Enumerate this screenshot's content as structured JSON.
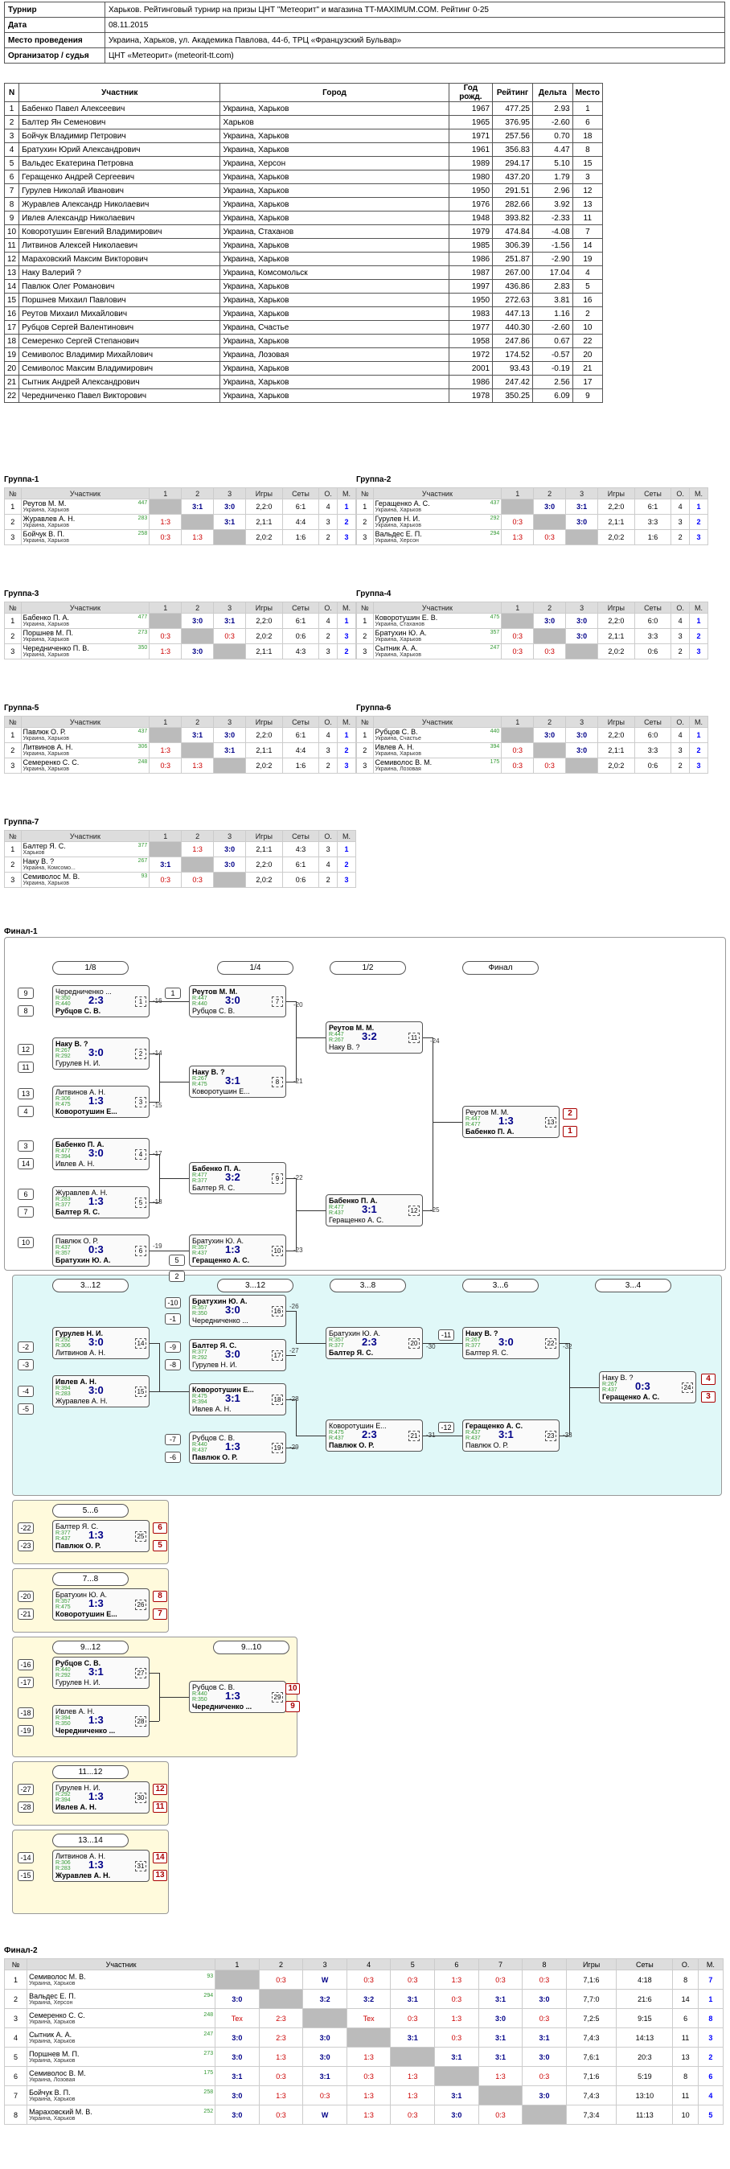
{
  "info": [
    [
      "Турнир",
      "Харьков. Рейтинговый турнир на призы ЦНТ \"Метеорит\" и магазина TT-MAXIMUM.COM. Рейтинг 0-25"
    ],
    [
      "Дата",
      "08.11.2015"
    ],
    [
      "Место проведения",
      "Украина, Харьков, ул. Академика Павлова, 44-б, ТРЦ «Французский Бульвар»"
    ],
    [
      "Организатор / судья",
      "ЦНТ «Метеорит» (meteorit-tt.com)"
    ]
  ],
  "plist_head": [
    "N",
    "Участник",
    "Город",
    "Год рожд.",
    "Рейтинг",
    "Дельта",
    "Место"
  ],
  "players": [
    [
      "1",
      "Бабенко Павел Алексеевич",
      "Украина, Харьков",
      "1967",
      "477.25",
      "2.93",
      "1"
    ],
    [
      "2",
      "Балтер Ян Семенович",
      "Харьков",
      "1965",
      "376.95",
      "-2.60",
      "6"
    ],
    [
      "3",
      "Бойчук Владимир Петрович",
      "Украина, Харьков",
      "1971",
      "257.56",
      "0.70",
      "18"
    ],
    [
      "4",
      "Братухин Юрий Александрович",
      "Украина, Харьков",
      "1961",
      "356.83",
      "4.47",
      "8"
    ],
    [
      "5",
      "Вальдес Екатерина Петровна",
      "Украина, Херсон",
      "1989",
      "294.17",
      "5.10",
      "15"
    ],
    [
      "6",
      "Геращенко Андрей Сергеевич",
      "Украина, Харьков",
      "1980",
      "437.20",
      "1.79",
      "3"
    ],
    [
      "7",
      "Гурулев Николай Иванович",
      "Украина, Харьков",
      "1950",
      "291.51",
      "2.96",
      "12"
    ],
    [
      "8",
      "Журавлев Александр Николаевич",
      "Украина, Харьков",
      "1976",
      "282.66",
      "3.92",
      "13"
    ],
    [
      "9",
      "Ивлев Александр Николаевич",
      "Украина, Харьков",
      "1948",
      "393.82",
      "-2.33",
      "11"
    ],
    [
      "10",
      "Коворотушин Евгений Владимирович",
      "Украина, Стаханов",
      "1979",
      "474.84",
      "-4.08",
      "7"
    ],
    [
      "11",
      "Литвинов Алексей Николаевич",
      "Украина, Харьков",
      "1985",
      "306.39",
      "-1.56",
      "14"
    ],
    [
      "12",
      "Мараховский Максим Викторович",
      "Украина, Харьков",
      "1986",
      "251.87",
      "-2.90",
      "19"
    ],
    [
      "13",
      "Наку Валерий ?",
      "Украина, Комсомольск",
      "1987",
      "267.00",
      "17.04",
      "4"
    ],
    [
      "14",
      "Павлюк Олег Романович",
      "Украина, Харьков",
      "1997",
      "436.86",
      "2.83",
      "5"
    ],
    [
      "15",
      "Поршнев Михаил Павлович",
      "Украина, Харьков",
      "1950",
      "272.63",
      "3.81",
      "16"
    ],
    [
      "16",
      "Реутов Михаил Михайлович",
      "Украина, Харьков",
      "1983",
      "447.13",
      "1.16",
      "2"
    ],
    [
      "17",
      "Рубцов Сергей Валентинович",
      "Украина, Счастье",
      "1977",
      "440.30",
      "-2.60",
      "10"
    ],
    [
      "18",
      "Семеренко Сергей Степанович",
      "Украина, Харьков",
      "1958",
      "247.86",
      "0.67",
      "22"
    ],
    [
      "19",
      "Семиволос Владимир Михайлович",
      "Украина, Лозовая",
      "1972",
      "174.52",
      "-0.57",
      "20"
    ],
    [
      "20",
      "Семиволос Максим Владимирович",
      "Украина, Харьков",
      "2001",
      "93.43",
      "-0.19",
      "21"
    ],
    [
      "21",
      "Сытник Андрей Александрович",
      "Украина, Харьков",
      "1986",
      "247.42",
      "2.56",
      "17"
    ],
    [
      "22",
      "Чередниченко Павел Викторович",
      "Украина, Харьков",
      "1978",
      "350.25",
      "6.09",
      "9"
    ]
  ],
  "ghead": [
    "№",
    "Участник",
    "1",
    "2",
    "3",
    "Игры",
    "Сеты",
    "О.",
    "М."
  ],
  "groups": [
    {
      "title": "Группа-1",
      "rows": [
        [
          "1",
          "Реутов М. М.",
          "Украина, Харьков",
          "447",
          "",
          "3:1",
          "3:0",
          "2,2:0",
          "6:1",
          "4",
          "1"
        ],
        [
          "2",
          "Журавлев А. Н.",
          "Украина, Харьков",
          "283",
          "1:3",
          "",
          "3:1",
          "2,1:1",
          "4:4",
          "3",
          "2"
        ],
        [
          "3",
          "Бойчук В. П.",
          "Украина, Харьков",
          "258",
          "0:3",
          "1:3",
          "",
          "2,0:2",
          "1:6",
          "2",
          "3"
        ]
      ]
    },
    {
      "title": "Группа-2",
      "rows": [
        [
          "1",
          "Геращенко А. С.",
          "Украина, Харьков",
          "437",
          "",
          "3:0",
          "3:1",
          "2,2:0",
          "6:1",
          "4",
          "1"
        ],
        [
          "2",
          "Гурулев Н. И.",
          "Украина, Харьков",
          "292",
          "0:3",
          "",
          "3:0",
          "2,1:1",
          "3:3",
          "3",
          "2"
        ],
        [
          "3",
          "Вальдес Е. П.",
          "Украина, Херсон",
          "294",
          "1:3",
          "0:3",
          "",
          "2,0:2",
          "1:6",
          "2",
          "3"
        ]
      ]
    },
    {
      "title": "Группа-3",
      "rows": [
        [
          "1",
          "Бабенко П. А.",
          "Украина, Харьков",
          "477",
          "",
          "3:0",
          "3:1",
          "2,2:0",
          "6:1",
          "4",
          "1"
        ],
        [
          "2",
          "Поршнев М. П.",
          "Украина, Харьков",
          "273",
          "0:3",
          "",
          "0:3",
          "2,0:2",
          "0:6",
          "2",
          "3"
        ],
        [
          "3",
          "Чередниченко П. В.",
          "Украина, Харьков",
          "350",
          "1:3",
          "3:0",
          "",
          "2,1:1",
          "4:3",
          "3",
          "2"
        ]
      ]
    },
    {
      "title": "Группа-4",
      "rows": [
        [
          "1",
          "Коворотушин Е. В.",
          "Украина, Стаханов",
          "475",
          "",
          "3:0",
          "3:0",
          "2,2:0",
          "6:0",
          "4",
          "1"
        ],
        [
          "2",
          "Братухин Ю. А.",
          "Украина, Харьков",
          "357",
          "0:3",
          "",
          "3:0",
          "2,1:1",
          "3:3",
          "3",
          "2"
        ],
        [
          "3",
          "Сытник А. А.",
          "Украина, Харьков",
          "247",
          "0:3",
          "0:3",
          "",
          "2,0:2",
          "0:6",
          "2",
          "3"
        ]
      ]
    },
    {
      "title": "Группа-5",
      "rows": [
        [
          "1",
          "Павлюк О. Р.",
          "Украина, Харьков",
          "437",
          "",
          "3:1",
          "3:0",
          "2,2:0",
          "6:1",
          "4",
          "1"
        ],
        [
          "2",
          "Литвинов А. Н.",
          "Украина, Харьков",
          "306",
          "1:3",
          "",
          "3:1",
          "2,1:1",
          "4:4",
          "3",
          "2"
        ],
        [
          "3",
          "Семеренко С. С.",
          "Украина, Харьков",
          "248",
          "0:3",
          "1:3",
          "",
          "2,0:2",
          "1:6",
          "2",
          "3"
        ]
      ]
    },
    {
      "title": "Группа-6",
      "rows": [
        [
          "1",
          "Рубцов С. В.",
          "Украина, Счастье",
          "440",
          "",
          "3:0",
          "3:0",
          "2,2:0",
          "6:0",
          "4",
          "1"
        ],
        [
          "2",
          "Ивлев А. Н.",
          "Украина, Харьков",
          "394",
          "0:3",
          "",
          "3:0",
          "2,1:1",
          "3:3",
          "3",
          "2"
        ],
        [
          "3",
          "Семиволос В. М.",
          "Украина, Лозовая",
          "175",
          "0:3",
          "0:3",
          "",
          "2,0:2",
          "0:6",
          "2",
          "3"
        ]
      ]
    },
    {
      "title": "Группа-7",
      "rows": [
        [
          "1",
          "Балтер Я. С.",
          "Харьков",
          "377",
          "",
          "1:3",
          "3:0",
          "2,1:1",
          "4:3",
          "3",
          "1"
        ],
        [
          "2",
          "Наку В. ?",
          "Украина, Комсомо...",
          "267",
          "3:1",
          "",
          "3:0",
          "2,2:0",
          "6:1",
          "4",
          "2"
        ],
        [
          "3",
          "Семиволос М. В.",
          "Украина, Харьков",
          "93",
          "0:3",
          "0:3",
          "",
          "2,0:2",
          "0:6",
          "2",
          "3"
        ]
      ]
    }
  ],
  "final1": {
    "title": "Финал-1",
    "heads": [
      "1/8",
      "1/4",
      "1/2",
      "Финал",
      "3...12",
      "3...12",
      "3...8",
      "3...6",
      "3...4",
      "5...6",
      "7...8",
      "9...12",
      "9...10",
      "11...12",
      "13...14"
    ]
  },
  "matches": [
    {
      "a": "Чередниченко ...",
      "ra": "R:350",
      "b": "Рубцов С. В.",
      "rb": "R:440",
      "s": "2:3",
      "n": "1",
      "w": "b"
    },
    {
      "a": "Наку В. ?",
      "ra": "R:267",
      "b": "Гурулев Н. И.",
      "rb": "R:292",
      "s": "3:0",
      "n": "2",
      "w": "a"
    },
    {
      "a": "Литвинов А. Н.",
      "ra": "R:306",
      "b": "Коворотушин Е...",
      "rb": "R:475",
      "s": "1:3",
      "n": "3",
      "w": "b"
    },
    {
      "a": "Бабенко П. А.",
      "ra": "R:477",
      "b": "Ивлев А. Н.",
      "rb": "R:394",
      "s": "3:0",
      "n": "4",
      "w": "a"
    },
    {
      "a": "Журавлев А. Н.",
      "ra": "R:283",
      "b": "Балтер Я. С.",
      "rb": "R:377",
      "s": "1:3",
      "n": "5",
      "w": "b"
    },
    {
      "a": "Павлюк О. Р.",
      "ra": "R:437",
      "b": "Братухин Ю. А.",
      "rb": "R:357",
      "s": "0:3",
      "n": "6",
      "w": "b"
    },
    {
      "a": "Реутов М. М.",
      "ra": "R:447",
      "b": "Рубцов С. В.",
      "rb": "R:440",
      "s": "3:0",
      "n": "7",
      "w": "a"
    },
    {
      "a": "Наку В. ?",
      "ra": "R:267",
      "b": "Коворотушин Е...",
      "rb": "R:475",
      "s": "3:1",
      "n": "8",
      "w": "a"
    },
    {
      "a": "Бабенко П. А.",
      "ra": "R:477",
      "b": "Балтер Я. С.",
      "rb": "R:377",
      "s": "3:2",
      "n": "9",
      "w": "a"
    },
    {
      "a": "Братухин Ю. А.",
      "ra": "R:357",
      "b": "Геращенко А. С.",
      "rb": "R:437",
      "s": "1:3",
      "n": "10",
      "w": "b"
    },
    {
      "a": "Реутов М. М.",
      "ra": "R:447",
      "b": "Наку В. ?",
      "rb": "R:267",
      "s": "3:2",
      "n": "11",
      "w": "a"
    },
    {
      "a": "Бабенко П. А.",
      "ra": "R:477",
      "b": "Геращенко А. С.",
      "rb": "R:437",
      "s": "3:1",
      "n": "12",
      "w": "a"
    },
    {
      "a": "Реутов М. М.",
      "ra": "R:447",
      "b": "Бабенко П. А.",
      "rb": "R:477",
      "s": "1:3",
      "n": "13",
      "w": "b"
    },
    {
      "a": "Гурулев Н. И.",
      "ra": "R:292",
      "b": "Литвинов А. Н.",
      "rb": "R:306",
      "s": "3:0",
      "n": "14",
      "w": "a"
    },
    {
      "a": "Ивлев А. Н.",
      "ra": "R:394",
      "b": "Журавлев А. Н.",
      "rb": "R:283",
      "s": "3:0",
      "n": "15",
      "w": "a"
    },
    {
      "a": "Братухин Ю. А.",
      "ra": "R:357",
      "b": "Чередниченко ...",
      "rb": "R:350",
      "s": "3:0",
      "n": "16",
      "w": "a"
    },
    {
      "a": "Балтер Я. С.",
      "ra": "R:377",
      "b": "Гурулев Н. И.",
      "rb": "R:292",
      "s": "3:0",
      "n": "17",
      "w": "a"
    },
    {
      "a": "Коворотушин Е...",
      "ra": "R:475",
      "b": "Ивлев А. Н.",
      "rb": "R:394",
      "s": "3:1",
      "n": "18",
      "w": "a"
    },
    {
      "a": "Рубцов С. В.",
      "ra": "R:440",
      "b": "Павлюк О. Р.",
      "rb": "R:437",
      "s": "1:3",
      "n": "19",
      "w": "b"
    },
    {
      "a": "Братухин Ю. А.",
      "ra": "R:357",
      "b": "Балтер Я. С.",
      "rb": "R:377",
      "s": "2:3",
      "n": "20",
      "w": "b"
    },
    {
      "a": "Коворотушин Е...",
      "ra": "R:475",
      "b": "Павлюк О. Р.",
      "rb": "R:437",
      "s": "2:3",
      "n": "21",
      "w": "b"
    },
    {
      "a": "Наку В. ?",
      "ra": "R:267",
      "b": "Балтер Я. С.",
      "rb": "R:377",
      "s": "3:0",
      "n": "22",
      "w": "a"
    },
    {
      "a": "Геращенко А. С.",
      "ra": "R:437",
      "b": "Павлюк О. Р.",
      "rb": "R:437",
      "s": "3:1",
      "n": "23",
      "w": "a"
    },
    {
      "a": "Наку В. ?",
      "ra": "R:267",
      "b": "Геращенко А. С.",
      "rb": "R:437",
      "s": "0:3",
      "n": "24",
      "w": "b"
    },
    {
      "a": "Балтер Я. С.",
      "ra": "R:377",
      "b": "Павлюк О. Р.",
      "rb": "R:437",
      "s": "1:3",
      "n": "25",
      "w": "b"
    },
    {
      "a": "Братухин Ю. А.",
      "ra": "R:357",
      "b": "Коворотушин Е...",
      "rb": "R:475",
      "s": "1:3",
      "n": "26",
      "w": "b"
    },
    {
      "a": "Рубцов С. В.",
      "ra": "R:440",
      "b": "Гурулев Н. И.",
      "rb": "R:292",
      "s": "3:1",
      "n": "27",
      "w": "a"
    },
    {
      "a": "Ивлев А. Н.",
      "ra": "R:394",
      "b": "Чередниченко ...",
      "rb": "R:350",
      "s": "1:3",
      "n": "28",
      "w": "b"
    },
    {
      "a": "Рубцов С. В.",
      "ra": "R:440",
      "b": "Чередниченко ...",
      "rb": "R:350",
      "s": "1:3",
      "n": "29",
      "w": "b"
    },
    {
      "a": "Гурулев Н. И.",
      "ra": "R:292",
      "b": "Ивлев А. Н.",
      "rb": "R:394",
      "s": "1:3",
      "n": "30",
      "w": "b"
    },
    {
      "a": "Литвинов А. Н.",
      "ra": "R:306",
      "b": "Журавлев А. Н.",
      "rb": "R:283",
      "s": "1:3",
      "n": "31",
      "w": "b"
    }
  ],
  "seeds": [
    "9",
    "8",
    "12",
    "11",
    "13",
    "4",
    "3",
    "14",
    "6",
    "7",
    "10",
    "1",
    "5",
    "2",
    "-2",
    "-3",
    "-4",
    "-5",
    "-10",
    "-1",
    "-9",
    "-8",
    "-7",
    "-6",
    "-11",
    "-12",
    "-22",
    "-23",
    "-20",
    "-21",
    "-16",
    "-17",
    "-18",
    "-19",
    "-27",
    "-28",
    "-14",
    "-15"
  ],
  "ranks": [
    "2",
    "1",
    "4",
    "3",
    "6",
    "5",
    "8",
    "7",
    "10",
    "9",
    "12",
    "11",
    "14",
    "13"
  ],
  "lbls": [
    "-16",
    "-14",
    "-15",
    "-17",
    "-18",
    "-19",
    "-20",
    "-21",
    "-22",
    "-23",
    "-24",
    "-25",
    "-26",
    "-27",
    "-28",
    "-29",
    "-30",
    "-31",
    "-32",
    "-33"
  ],
  "final2": {
    "title": "Финал-2",
    "head": [
      "№",
      "Участник",
      "1",
      "2",
      "3",
      "4",
      "5",
      "6",
      "7",
      "8",
      "Игры",
      "Сеты",
      "О.",
      "М."
    ],
    "rows": [
      [
        "1",
        "Семиволос М. В.",
        "Украина, Харьков",
        "93",
        "",
        "0:3",
        "W",
        "0:3",
        "0:3",
        "1:3",
        "0:3",
        "0:3",
        "7,1:6",
        "4:18",
        "8",
        "7"
      ],
      [
        "2",
        "Вальдес Е. П.",
        "Украина, Херсон",
        "294",
        "3:0",
        "",
        "3:2",
        "3:2",
        "3:1",
        "0:3",
        "3:1",
        "3:0",
        "7,7:0",
        "21:6",
        "14",
        "1"
      ],
      [
        "3",
        "Семеренко С. С.",
        "Украина, Харьков",
        "248",
        "Tex",
        "2:3",
        "",
        "Tex",
        "0:3",
        "1:3",
        "3:0",
        "0:3",
        "7,2:5",
        "9:15",
        "6",
        "8"
      ],
      [
        "4",
        "Сытник А. А.",
        "Украина, Харьков",
        "247",
        "3:0",
        "2:3",
        "3:0",
        "",
        "3:1",
        "0:3",
        "3:1",
        "3:1",
        "7,4:3",
        "14:13",
        "11",
        "3"
      ],
      [
        "5",
        "Поршнев М. П.",
        "Украина, Харьков",
        "273",
        "3:0",
        "1:3",
        "3:0",
        "1:3",
        "",
        "3:1",
        "3:1",
        "3:0",
        "7,6:1",
        "20:3",
        "13",
        "2"
      ],
      [
        "6",
        "Семиволос В. М.",
        "Украина, Лозовая",
        "175",
        "3:1",
        "0:3",
        "3:1",
        "0:3",
        "1:3",
        "",
        "1:3",
        "0:3",
        "7,1:6",
        "5:19",
        "8",
        "6"
      ],
      [
        "7",
        "Бойчук В. П.",
        "Украина, Харьков",
        "258",
        "3:0",
        "1:3",
        "0:3",
        "1:3",
        "1:3",
        "3:1",
        "",
        "3:0",
        "7,4:3",
        "13:10",
        "11",
        "4"
      ],
      [
        "8",
        "Мараховский М. В.",
        "Украина, Харьков",
        "252",
        "3:0",
        "0:3",
        "W",
        "1:3",
        "0:3",
        "3:0",
        "0:3",
        "",
        "7,3:4",
        "11:13",
        "10",
        "5"
      ]
    ]
  }
}
